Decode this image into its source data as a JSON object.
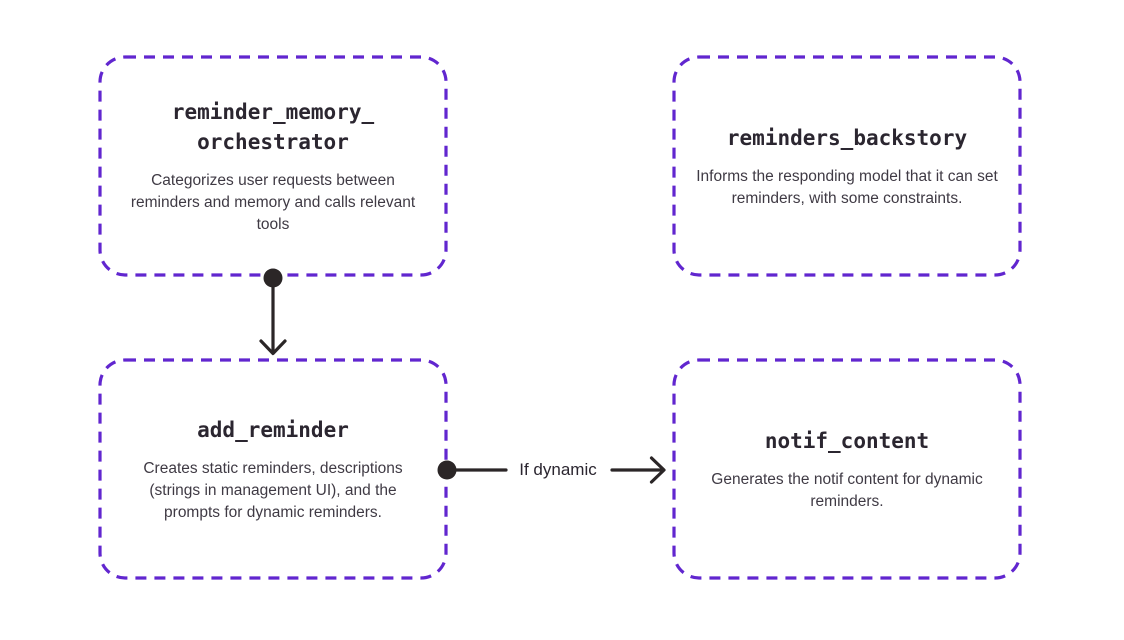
{
  "colors": {
    "accent": "#6126cf",
    "ink": "#2b2630",
    "muted": "#3f3a44",
    "background": "#ffffff"
  },
  "diagram": {
    "nodes": [
      {
        "id": "reminder_memory_orchestrator",
        "title": "reminder_memory_\norchestrator",
        "description": "Categorizes user requests between reminders and memory and calls relevant tools"
      },
      {
        "id": "reminders_backstory",
        "title": "reminders_backstory",
        "description": "Informs the responding model that it can set reminders, with some constraints."
      },
      {
        "id": "add_reminder",
        "title": "add_reminder",
        "description": "Creates static reminders, descriptions (strings in management UI), and the prompts for dynamic reminders."
      },
      {
        "id": "notif_content",
        "title": "notif_content",
        "description": "Generates the notif content for dynamic reminders."
      }
    ],
    "edges": [
      {
        "from": "reminder_memory_orchestrator",
        "to": "add_reminder",
        "label": ""
      },
      {
        "from": "add_reminder",
        "to": "notif_content",
        "label": "If dynamic"
      }
    ]
  }
}
